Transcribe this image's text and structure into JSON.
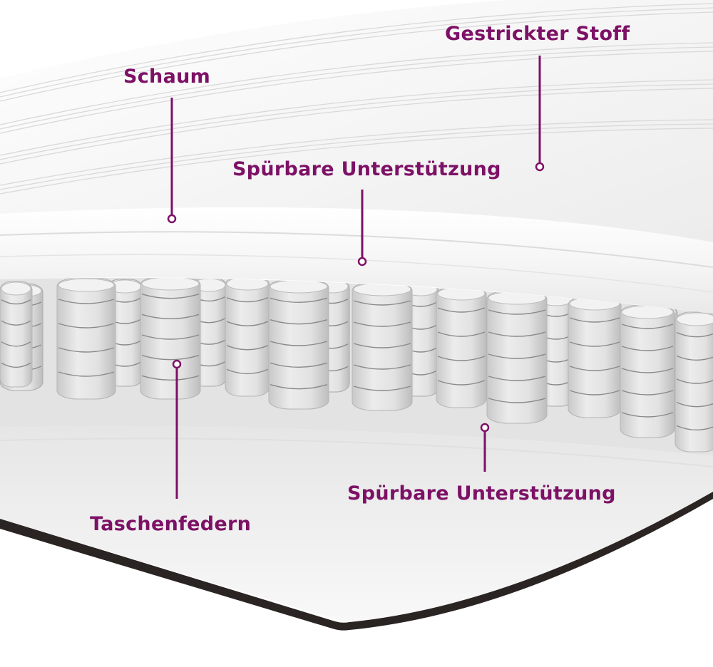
{
  "labels": {
    "knitted_fabric": "Gestrickter Stoff",
    "foam": "Schaum",
    "support_top": "Spürbare Unterstützung",
    "pocket_springs": "Taschenfedern",
    "support_bottom": "Spürbare Unterstützung"
  },
  "colors": {
    "accent": "#7d1166",
    "fabric": "#f4f4f4",
    "foam": "#fbfbfb",
    "spring": "#dedede",
    "spring_dark": "#bdbdbd",
    "base": "#ececec",
    "edge": "#2a2422"
  }
}
